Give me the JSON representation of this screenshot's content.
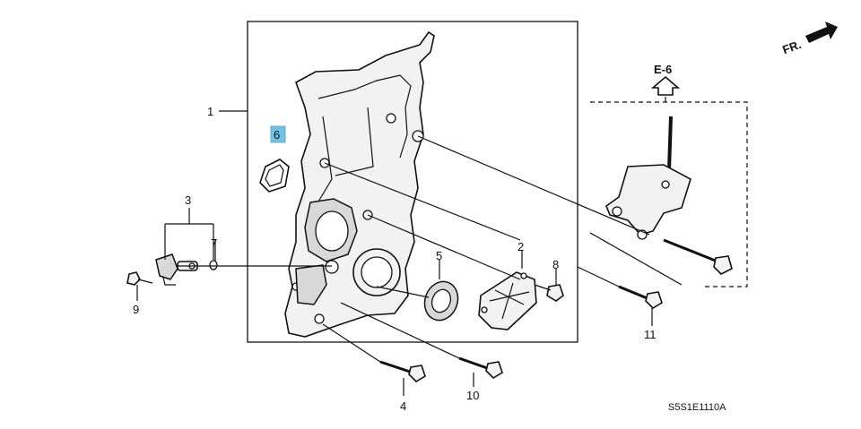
{
  "callouts": {
    "c1": "1",
    "c2": "2",
    "c3": "3",
    "c4": "4",
    "c5": "5",
    "c6": "6",
    "c7": "7",
    "c8": "8",
    "c9": "9",
    "c10": "10",
    "c11": "11"
  },
  "reference": "E-6",
  "front_marker": "FR.",
  "diagram_code": "S5S1E1110A",
  "colors": {
    "highlight": "#6fc3e6"
  }
}
